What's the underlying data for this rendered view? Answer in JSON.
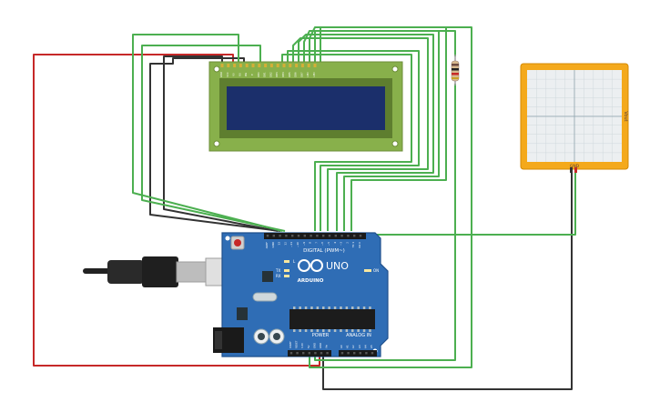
{
  "arduino": {
    "brand": "ARDUINO",
    "model": "UNO",
    "digital_label": "DIGITAL (PWM~)",
    "power_label": "POWER",
    "analog_label": "ANALOG IN",
    "led_l": "L",
    "led_tx": "TX",
    "led_rx": "RX",
    "led_on": "ON",
    "digital_pins": [
      "AREF",
      "GND",
      "13",
      "12",
      "~11",
      "~10",
      "~9",
      "8",
      "7",
      "~6",
      "~5",
      "4",
      "~3",
      "2",
      "TX 1",
      "RX 0"
    ],
    "power_pins": [
      "IOREF",
      "RESET",
      "3.3V",
      "5V",
      "GND",
      "GND",
      "Vin"
    ],
    "analog_pins": [
      "A0",
      "A1",
      "A2",
      "A3",
      "A4",
      "A5"
    ]
  },
  "lcd": {
    "pins": [
      "GND",
      "VCC",
      "V0",
      "RS",
      "RW",
      "E",
      "DB0",
      "DB1",
      "DB2",
      "DB3",
      "DB4",
      "DB5",
      "DB6",
      "DB7",
      "LED",
      "LED"
    ]
  },
  "sensor": {
    "label": "Vout",
    "bottom_label": "GND"
  },
  "colors": {
    "board": "#2F6DB5",
    "board_dark": "#1F4F8C",
    "lcd_pcb": "#88B04B",
    "lcd_screen": "#1B2F6B",
    "wire_green": "#4CAF50",
    "wire_red": "#C62828",
    "wire_black": "#333333",
    "sensor_frame": "#F4A91C",
    "sensor_grid": "#CFD8DC"
  }
}
